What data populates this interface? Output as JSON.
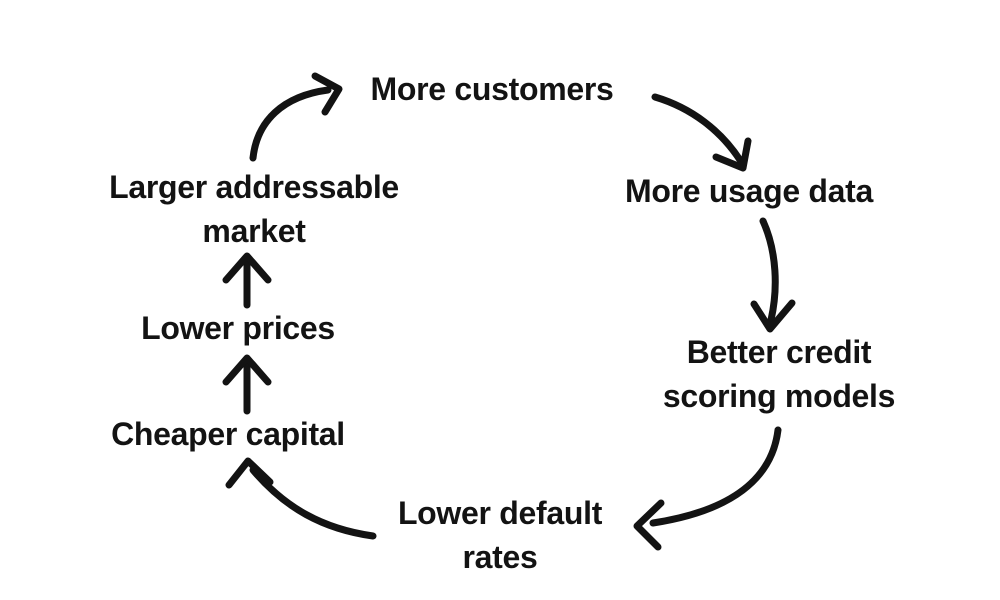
{
  "diagram": {
    "type": "cycle",
    "nodes": [
      {
        "id": "more-customers",
        "lines": [
          "More customers"
        ]
      },
      {
        "id": "more-usage-data",
        "lines": [
          "More usage data"
        ]
      },
      {
        "id": "better-credit-scoring-models",
        "lines": [
          "Better credit",
          "scoring models"
        ]
      },
      {
        "id": "lower-default-rates",
        "lines": [
          "Lower default",
          "rates"
        ]
      },
      {
        "id": "cheaper-capital",
        "lines": [
          "Cheaper capital"
        ]
      },
      {
        "id": "lower-prices",
        "lines": [
          "Lower prices"
        ]
      },
      {
        "id": "larger-addressable-market",
        "lines": [
          "Larger addressable",
          "market"
        ]
      }
    ],
    "edges": [
      {
        "from": "more-customers",
        "to": "more-usage-data"
      },
      {
        "from": "more-usage-data",
        "to": "better-credit-scoring-models"
      },
      {
        "from": "better-credit-scoring-models",
        "to": "lower-default-rates"
      },
      {
        "from": "lower-default-rates",
        "to": "cheaper-capital"
      },
      {
        "from": "cheaper-capital",
        "to": "lower-prices"
      },
      {
        "from": "lower-prices",
        "to": "larger-addressable-market"
      },
      {
        "from": "larger-addressable-market",
        "to": "more-customers"
      }
    ],
    "colors": {
      "ink": "#131313",
      "background": "#ffffff"
    }
  }
}
